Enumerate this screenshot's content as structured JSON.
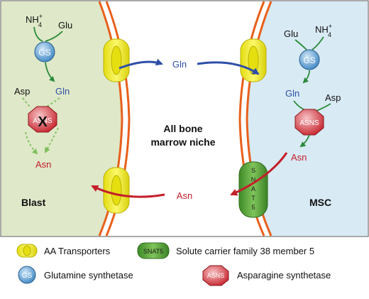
{
  "left_cell": {
    "name": "Blast",
    "color": "#dfe8c8",
    "reactants": {
      "ammonium": "NH",
      "ammonium_sub": "4",
      "ammonium_sup": "+",
      "glutamate": "Glu"
    },
    "enzyme_gs": "GS",
    "glutamine": "Gln",
    "aspartate": "Asp",
    "enzyme_asns": "ASNS",
    "block_mark": "X",
    "asparagine": "Asn"
  },
  "right_cell": {
    "name": "MSC",
    "color": "#d8eaf4",
    "reactants": {
      "glutamate": "Glu",
      "ammonium": "NH",
      "ammonium_sub": "4",
      "ammonium_sup": "+"
    },
    "enzyme_gs": "GS",
    "glutamine": "Gln",
    "aspartate": "Asp",
    "enzyme_asns": "ASNS",
    "asparagine": "Asn",
    "transporter_label": [
      "S",
      "N",
      "A",
      "T",
      "5"
    ]
  },
  "niche": {
    "line1": "All bone",
    "line2": "marrow niche",
    "glutamine": "Gln",
    "asparagine": "Asn"
  },
  "legend": {
    "transporter": "AA Transporters",
    "snat5_icon": "SNAT5",
    "snat5": "Solute carrier family 38 member 5",
    "gs_icon": "GS",
    "gs": "Glutamine synthetase",
    "asns_icon": "ASNS",
    "asns": "Asparagine synthetase"
  },
  "colors": {
    "membrane": "#e8601c",
    "transporter": "#f2ee1a",
    "gln_arrow": "#2e4fa8",
    "asn_arrow": "#c41e2a",
    "gs_fill": "#6aa8dc",
    "asns_fill": "#e0474f",
    "snat5_fill": "#5aa43a",
    "enzyme_arrow": "#2a8a3a"
  }
}
